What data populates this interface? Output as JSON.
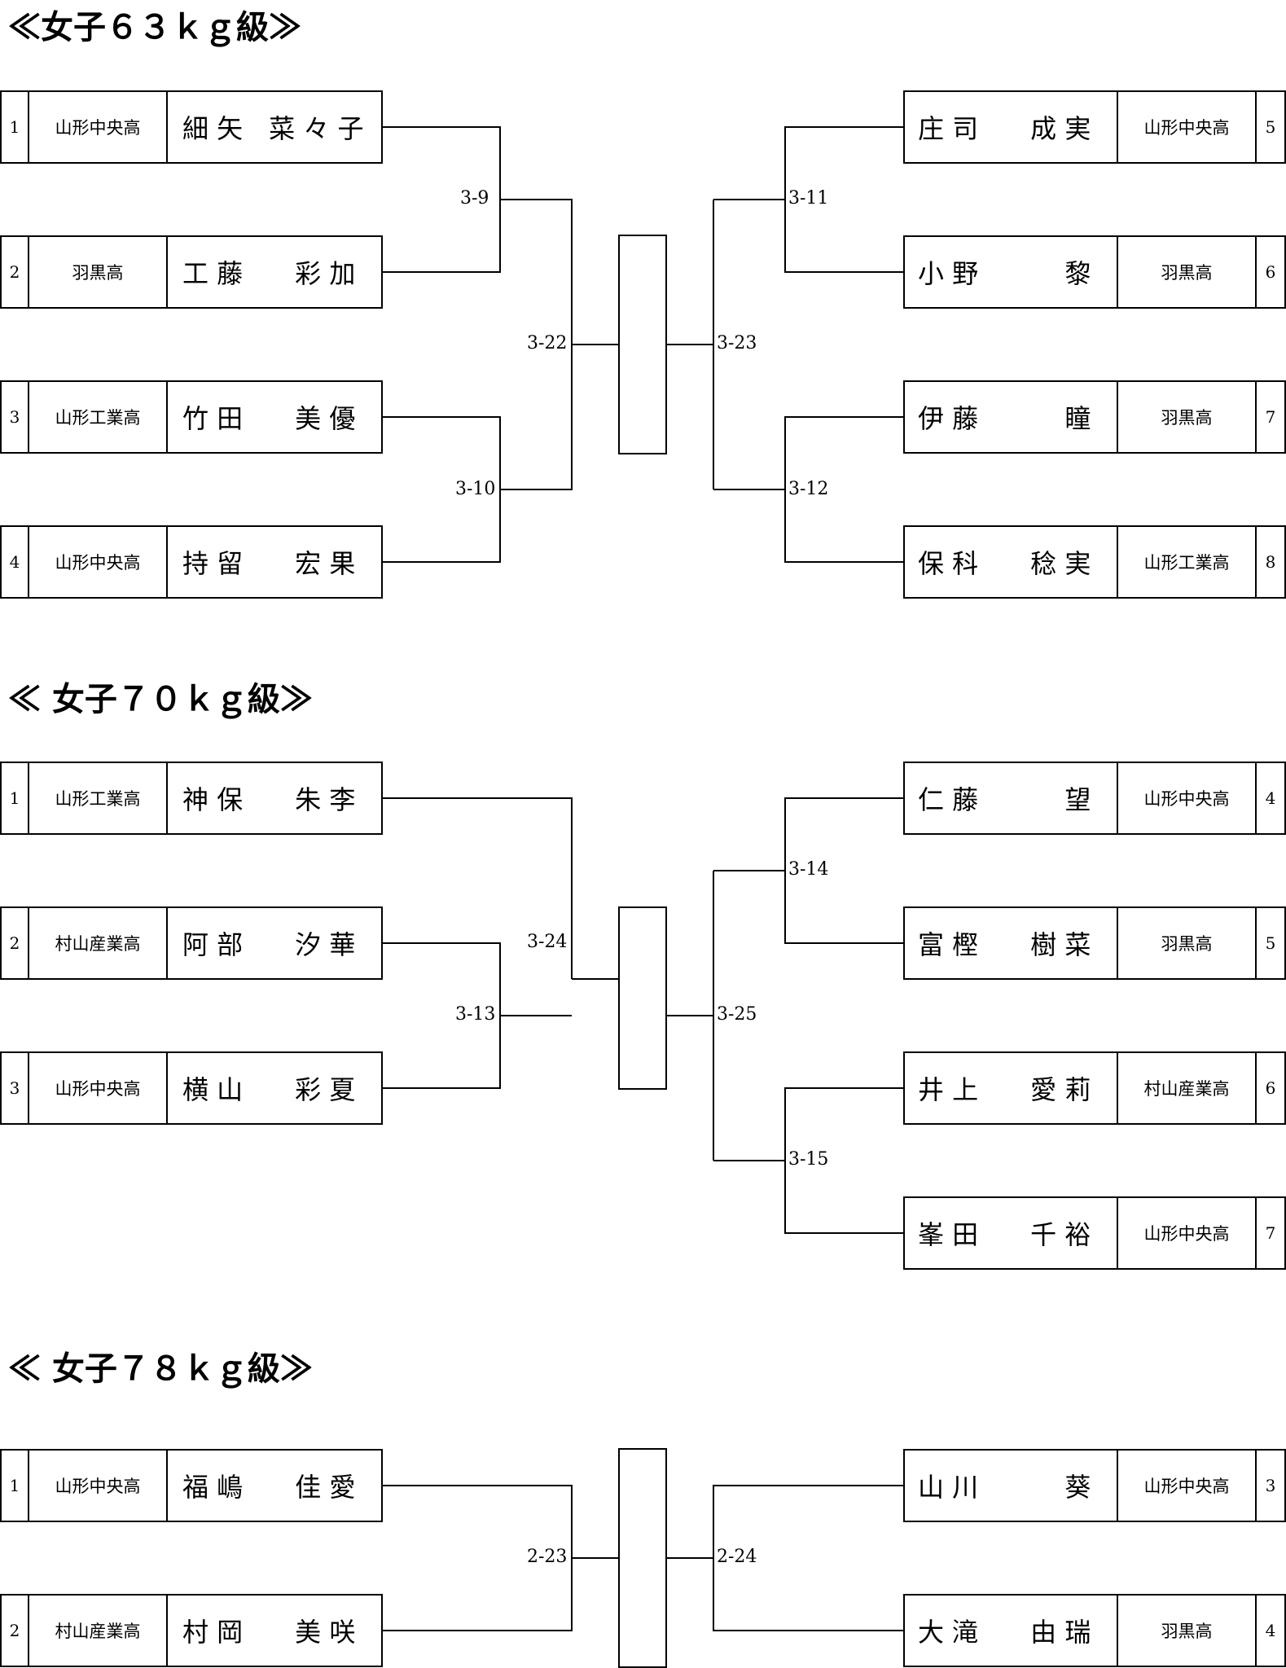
{
  "divisions": [
    {
      "title": "≪女子６３ｋｇ級≫",
      "left": [
        {
          "seed": "1",
          "school": "山形中央高",
          "name": "細 矢　菜 々 子"
        },
        {
          "seed": "2",
          "school": "羽黒高",
          "name": "工 藤　　彩 加"
        },
        {
          "seed": "3",
          "school": "山形工業高",
          "name": "竹 田　　美 優"
        },
        {
          "seed": "4",
          "school": "山形中央高",
          "name": "持 留　　宏 果"
        }
      ],
      "right": [
        {
          "seed": "5",
          "school": "山形中央高",
          "name": "庄 司　　成 実"
        },
        {
          "seed": "6",
          "school": "羽黒高",
          "name": "小 野　　　 黎"
        },
        {
          "seed": "7",
          "school": "羽黒高",
          "name": "伊 藤　　　 瞳"
        },
        {
          "seed": "8",
          "school": "山形工業高",
          "name": "保 科　　稔 実"
        }
      ],
      "matches": {
        "l1": "3-9",
        "l2": "3-10",
        "lf": "3-22",
        "r1": "3-11",
        "r2": "3-12",
        "rf": "3-23"
      }
    },
    {
      "title": "≪ 女子７０ｋｇ級≫",
      "left": [
        {
          "seed": "1",
          "school": "山形工業高",
          "name": "神 保　　朱 李"
        },
        {
          "seed": "2",
          "school": "村山産業高",
          "name": "阿 部　　汐 華"
        },
        {
          "seed": "3",
          "school": "山形中央高",
          "name": "横 山　　彩 夏"
        }
      ],
      "right": [
        {
          "seed": "4",
          "school": "山形中央高",
          "name": "仁 藤　　　 望"
        },
        {
          "seed": "5",
          "school": "羽黒高",
          "name": "富 樫　　樹 菜"
        },
        {
          "seed": "6",
          "school": "村山産業高",
          "name": "井 上　　愛 莉"
        },
        {
          "seed": "7",
          "school": "山形中央高",
          "name": "峯 田　　千 裕"
        }
      ],
      "matches": {
        "l1": "3-13",
        "lf": "3-24",
        "r1": "3-14",
        "r2": "3-15",
        "rf": "3-25"
      }
    },
    {
      "title": "≪ 女子７８ｋｇ級≫",
      "left": [
        {
          "seed": "1",
          "school": "山形中央高",
          "name": "福 嶋　　佳 愛"
        },
        {
          "seed": "2",
          "school": "村山産業高",
          "name": "村 岡　　美 咲"
        }
      ],
      "right": [
        {
          "seed": "3",
          "school": "山形中央高",
          "name": "山 川　　　 葵"
        },
        {
          "seed": "4",
          "school": "羽黒高",
          "name": "大 滝　　由 瑞"
        }
      ],
      "matches": {
        "lf": "2-23",
        "rf": "2-24"
      }
    }
  ]
}
